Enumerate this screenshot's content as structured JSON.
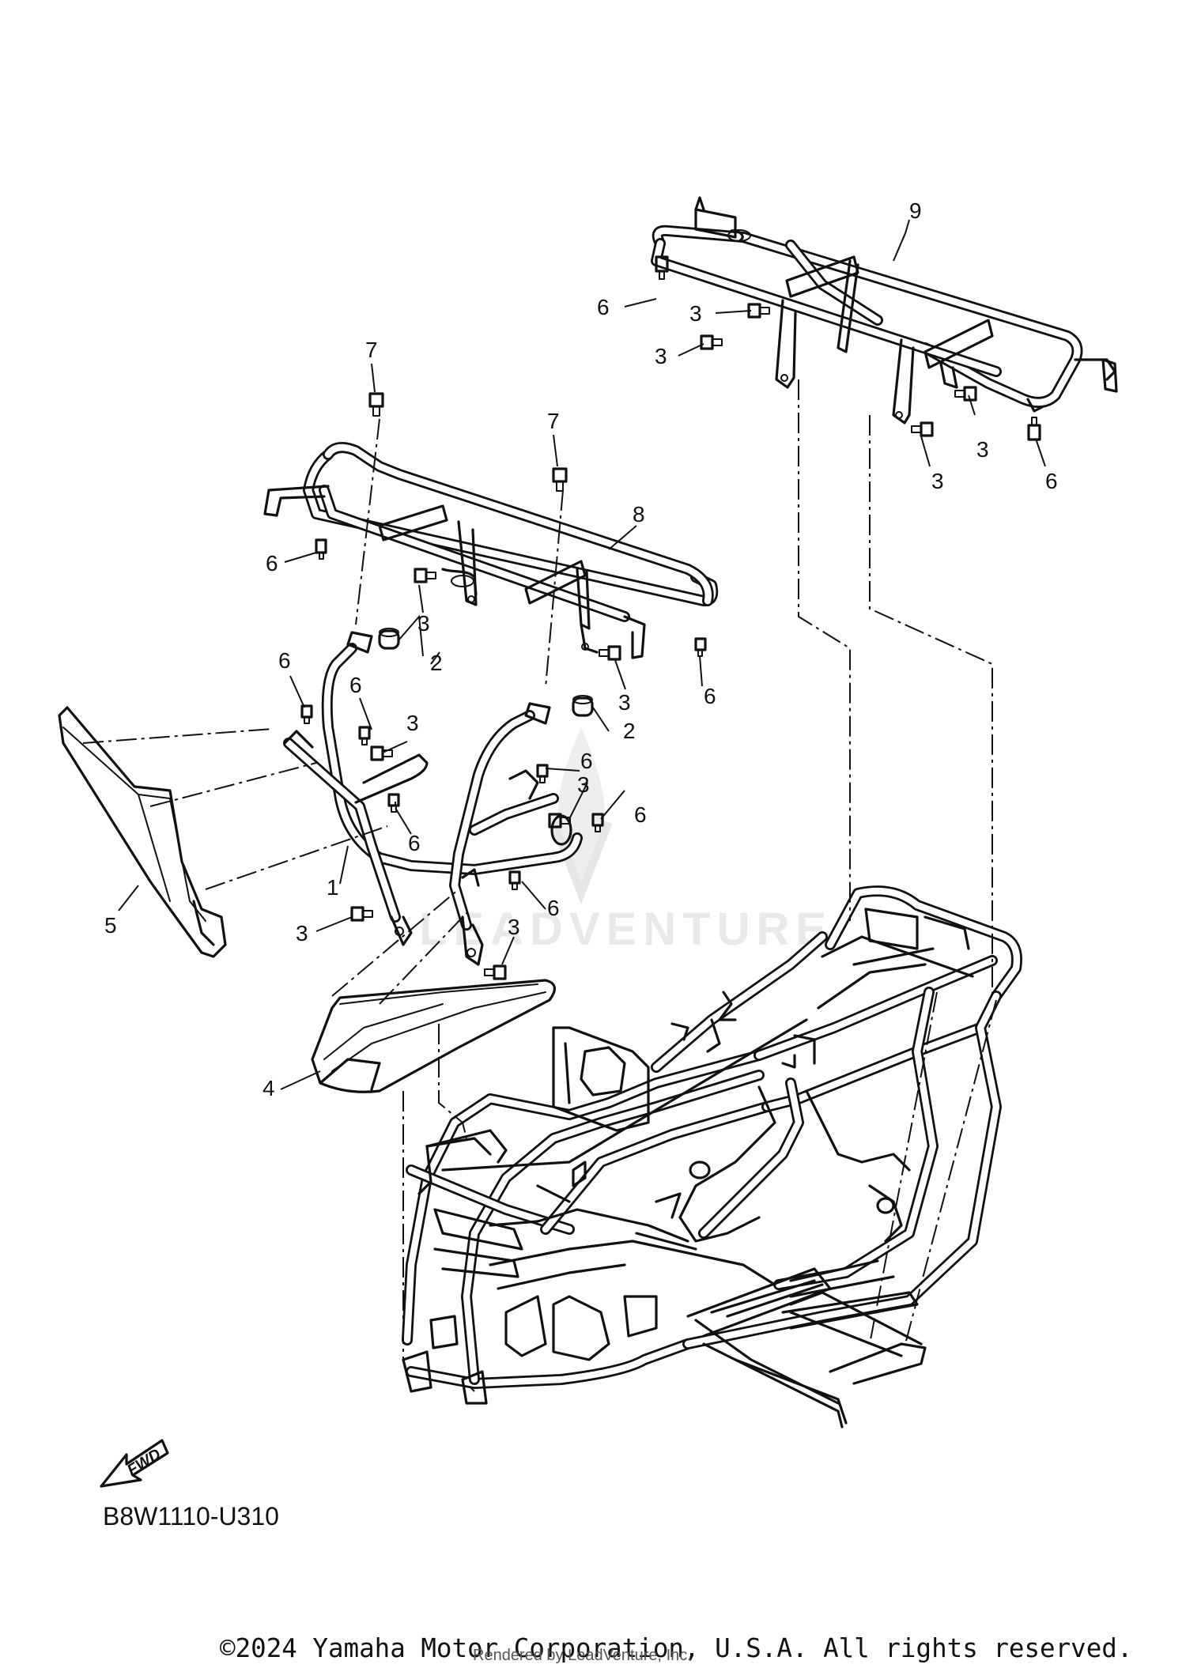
{
  "part_code": "B8W1110-U310",
  "copyright": "©2024 Yamaha Motor Corporation, U.S.A. All rights reserved.",
  "rendered_by": "Rendered by LeadVenture, Inc.",
  "watermark": "LEADVENTURE",
  "fwd_label": "FWD",
  "callouts": [
    {
      "id": "callout-9",
      "text": "9"
    },
    {
      "id": "callout-6a",
      "text": "6"
    },
    {
      "id": "callout-3a",
      "text": "3"
    },
    {
      "id": "callout-3b",
      "text": "3"
    },
    {
      "id": "callout-3c",
      "text": "3"
    },
    {
      "id": "callout-3d",
      "text": "3"
    },
    {
      "id": "callout-6b",
      "text": "6"
    },
    {
      "id": "callout-7a",
      "text": "7"
    },
    {
      "id": "callout-7b",
      "text": "7"
    },
    {
      "id": "callout-8",
      "text": "8"
    },
    {
      "id": "callout-6c",
      "text": "6"
    },
    {
      "id": "callout-3e",
      "text": "3"
    },
    {
      "id": "callout-2a",
      "text": "2"
    },
    {
      "id": "callout-3f",
      "text": "3"
    },
    {
      "id": "callout-6d",
      "text": "6"
    },
    {
      "id": "callout-6e",
      "text": "6"
    },
    {
      "id": "callout-6f",
      "text": "6"
    },
    {
      "id": "callout-3g",
      "text": "3"
    },
    {
      "id": "callout-2b",
      "text": "2"
    },
    {
      "id": "callout-6g",
      "text": "6"
    },
    {
      "id": "callout-3h",
      "text": "3"
    },
    {
      "id": "callout-6h",
      "text": "6"
    },
    {
      "id": "callout-6i",
      "text": "6"
    },
    {
      "id": "callout-1",
      "text": "1"
    },
    {
      "id": "callout-6j",
      "text": "6"
    },
    {
      "id": "callout-5",
      "text": "5"
    },
    {
      "id": "callout-3i",
      "text": "3"
    },
    {
      "id": "callout-3j",
      "text": "3"
    },
    {
      "id": "callout-4",
      "text": "4"
    }
  ]
}
